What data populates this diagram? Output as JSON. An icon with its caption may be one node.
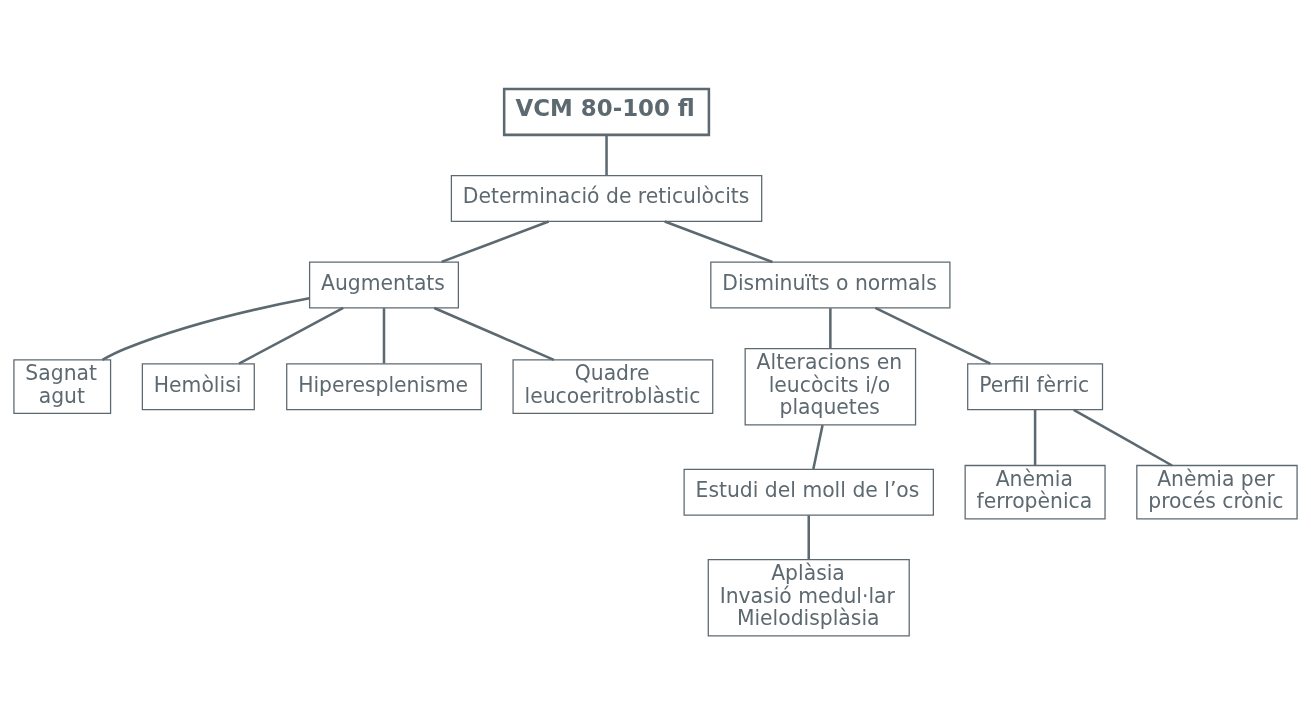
{
  "diagram": {
    "nodes": [
      {
        "text": [
          "VCM 80-100 fl"
        ]
      },
      {
        "text": [
          "Determinació de reticulòcits"
        ]
      },
      {
        "text": [
          "Augmentats"
        ]
      },
      {
        "text": [
          "Disminuïts o normals"
        ]
      },
      {
        "text": [
          "Sagnat agut"
        ]
      },
      {
        "text": [
          "Hemòlisi"
        ]
      },
      {
        "text": [
          "Hiperesplenisme"
        ]
      },
      {
        "text": [
          "Quadre leucoeritroblàstic"
        ]
      },
      {
        "text": [
          "Alteracions en leucòcits i/o plaquetes"
        ]
      },
      {
        "text": [
          "Perfil fèrric"
        ]
      },
      {
        "text": [
          "Estudi del moll de l’os"
        ]
      },
      {
        "text": [
          "Aplàsia",
          "Invasió medul·lar",
          "Mielodisplàsia"
        ]
      },
      {
        "text": [
          "Anèmia ferropènica"
        ]
      },
      {
        "text": [
          "Anèmia per procés crònic"
        ]
      }
    ],
    "edges": [
      {
        "from": 0,
        "to": 1,
        "arrow": "none"
      },
      {
        "from": 1,
        "to": 2,
        "arrow": "none"
      },
      {
        "from": 1,
        "to": 3,
        "arrow": "none"
      },
      {
        "from": 2,
        "to": 4,
        "arrow": "none"
      },
      {
        "from": 2,
        "to": 5,
        "arrow": "none"
      },
      {
        "from": 2,
        "to": 6,
        "arrow": "none"
      },
      {
        "from": 2,
        "to": 7,
        "arrow": "none"
      },
      {
        "from": 3,
        "to": 8,
        "arrow": "none"
      },
      {
        "from": 3,
        "to": 9,
        "arrow": "none"
      },
      {
        "from": 8,
        "to": 10,
        "arrow": "none"
      },
      {
        "from": 10,
        "to": 11,
        "arrow": "none"
      },
      {
        "from": 9,
        "to": 12,
        "arrow": "none"
      },
      {
        "from": 9,
        "to": 13,
        "arrow": "none"
      }
    ]
  }
}
